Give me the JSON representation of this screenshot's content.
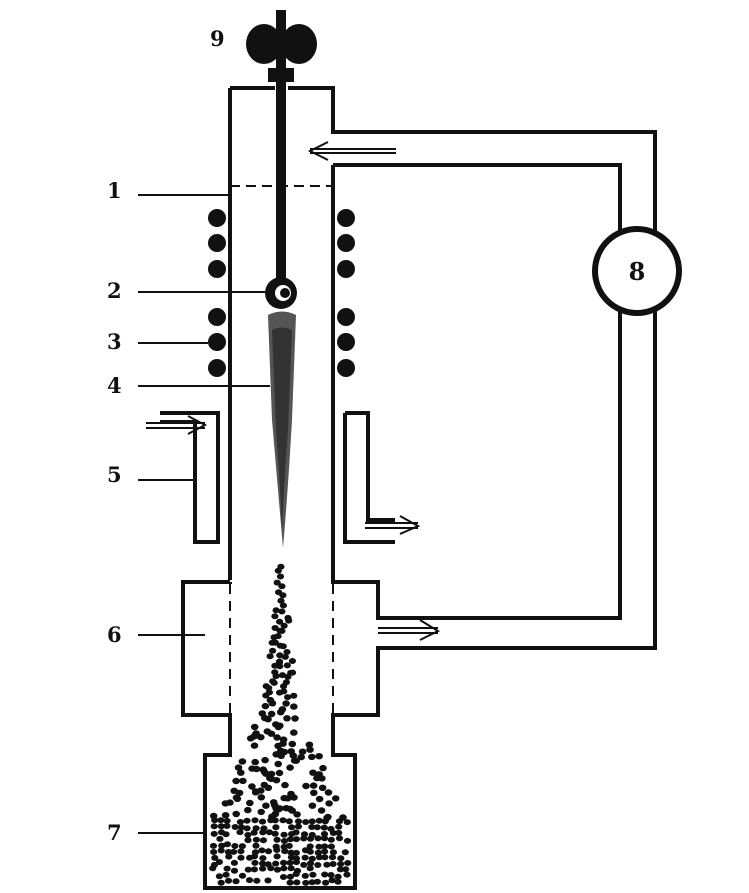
{
  "labels": {
    "l1": "1",
    "l2": "2",
    "l3": "3",
    "l4": "4",
    "l5": "5",
    "l6": "6",
    "l7": "7",
    "l8": "8",
    "l9": "9"
  },
  "colors": {
    "ink": "#111111",
    "background": "#ffffff"
  }
}
